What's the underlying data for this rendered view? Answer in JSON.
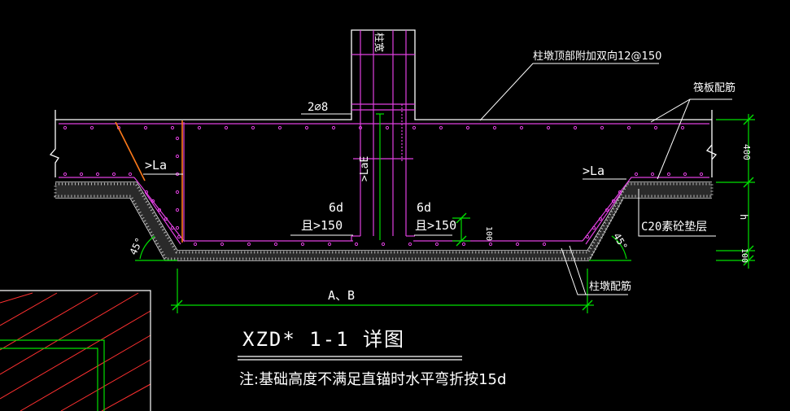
{
  "drawing": {
    "title": "XZD* 1-1 详图",
    "note": "注:基础高度不满足直锚时水平弯折按15d",
    "labels": {
      "column_width": "柱宽",
      "cap_top_rebar": "柱墩顶部附加双向12@150",
      "raft_rebar": "筏板配筋",
      "stirrup": "2⌀8",
      "anchor_left": ">La",
      "anchor_right": ">La",
      "anchor_column": ">LaE",
      "bend_left_a": "6d",
      "bend_left_b": "且>150",
      "bend_right_a": "6d",
      "bend_right_b": "且>150",
      "dim_100_inner": "100",
      "dim_400": "400",
      "dim_h": "h",
      "dim_100_outer": "100",
      "cushion": "C20素砼垫层",
      "cap_rebar": "柱墩配筋",
      "angle_left": "45°",
      "angle_right": "45°",
      "dim_ab": "A、B"
    }
  },
  "colors": {
    "background": "#000000",
    "outline": "#ffffff",
    "rebar": "#e040e0",
    "dimension": "#00e000",
    "highlight": "#ff7a1a",
    "hatch": "#ff3030"
  }
}
